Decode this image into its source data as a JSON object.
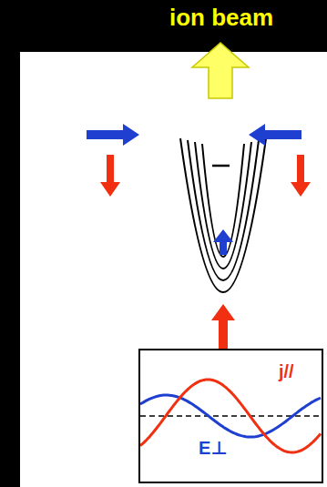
{
  "diagram": {
    "nodes": [
      {
        "text": [
          "j//",
          "E⊥"
        ]
      }
    ],
    "labels": [
      "ion beam"
    ]
  }
}
